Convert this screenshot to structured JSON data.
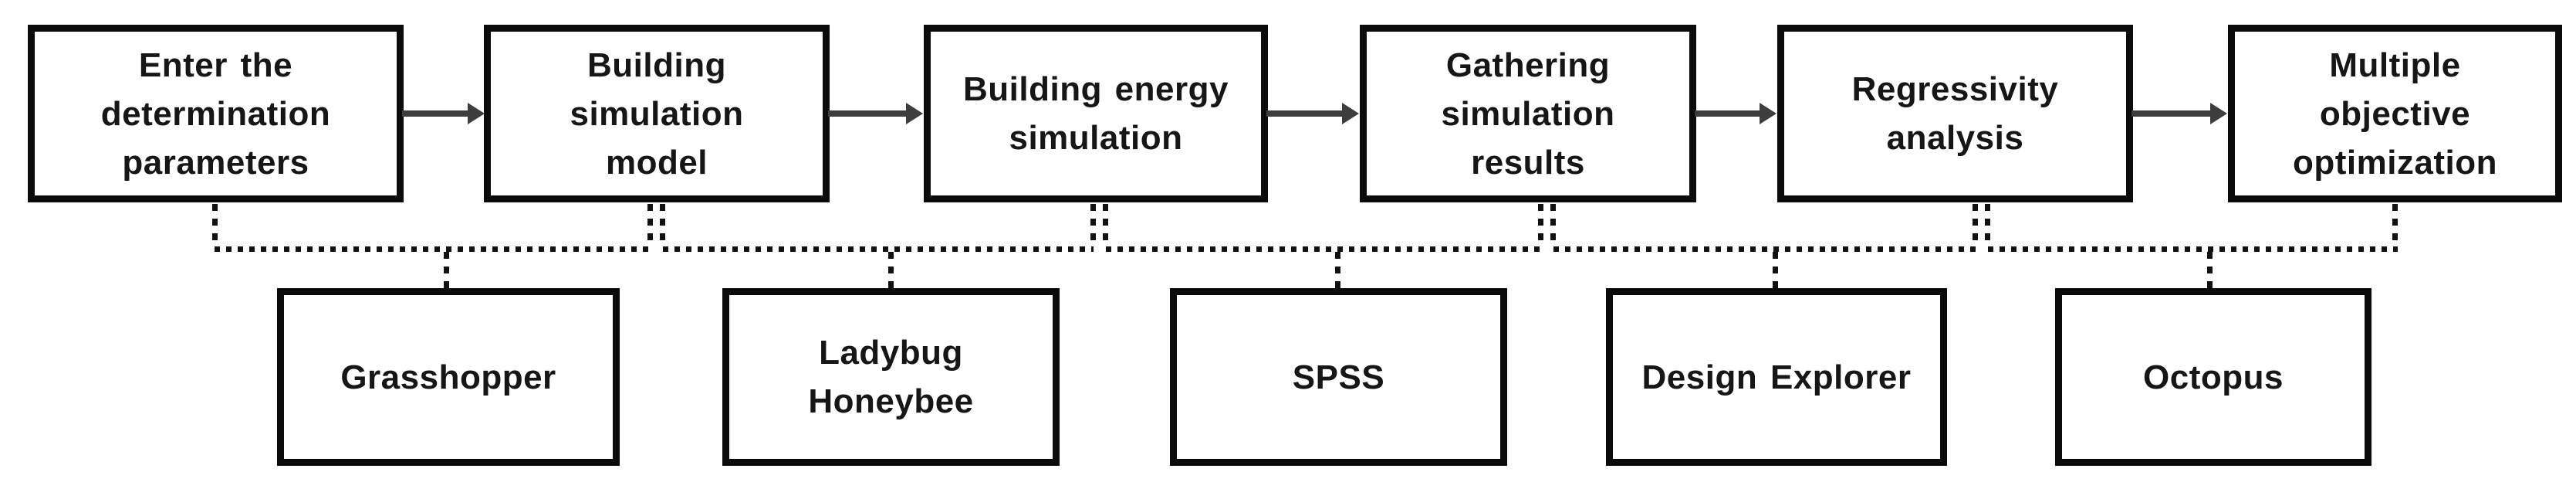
{
  "diagram": {
    "type": "flowchart",
    "steps": [
      {
        "label": "Enter the\ndetermination\nparameters"
      },
      {
        "label": "Building\nsimulation\nmodel"
      },
      {
        "label": "Building energy\nsimulation"
      },
      {
        "label": "Gathering\nsimulation\nresults"
      },
      {
        "label": "Regressivity\nanalysis"
      },
      {
        "label": "Multiple\nobjective\noptimization"
      }
    ],
    "tools": [
      {
        "label": "Grasshopper",
        "supports_steps": [
          1,
          2
        ]
      },
      {
        "label": "Ladybug\nHoneybee",
        "supports_steps": [
          2,
          3
        ]
      },
      {
        "label": "SPSS",
        "supports_steps": [
          3,
          4
        ]
      },
      {
        "label": "Design Explorer",
        "supports_steps": [
          4,
          5
        ]
      },
      {
        "label": "Octopus",
        "supports_steps": [
          5,
          6
        ]
      }
    ],
    "colors": {
      "box_border": "#0b0b0b",
      "text": "#161616",
      "arrow": "#3d3d3d",
      "dotted_line": "#111111",
      "background": "#ffffff"
    }
  }
}
